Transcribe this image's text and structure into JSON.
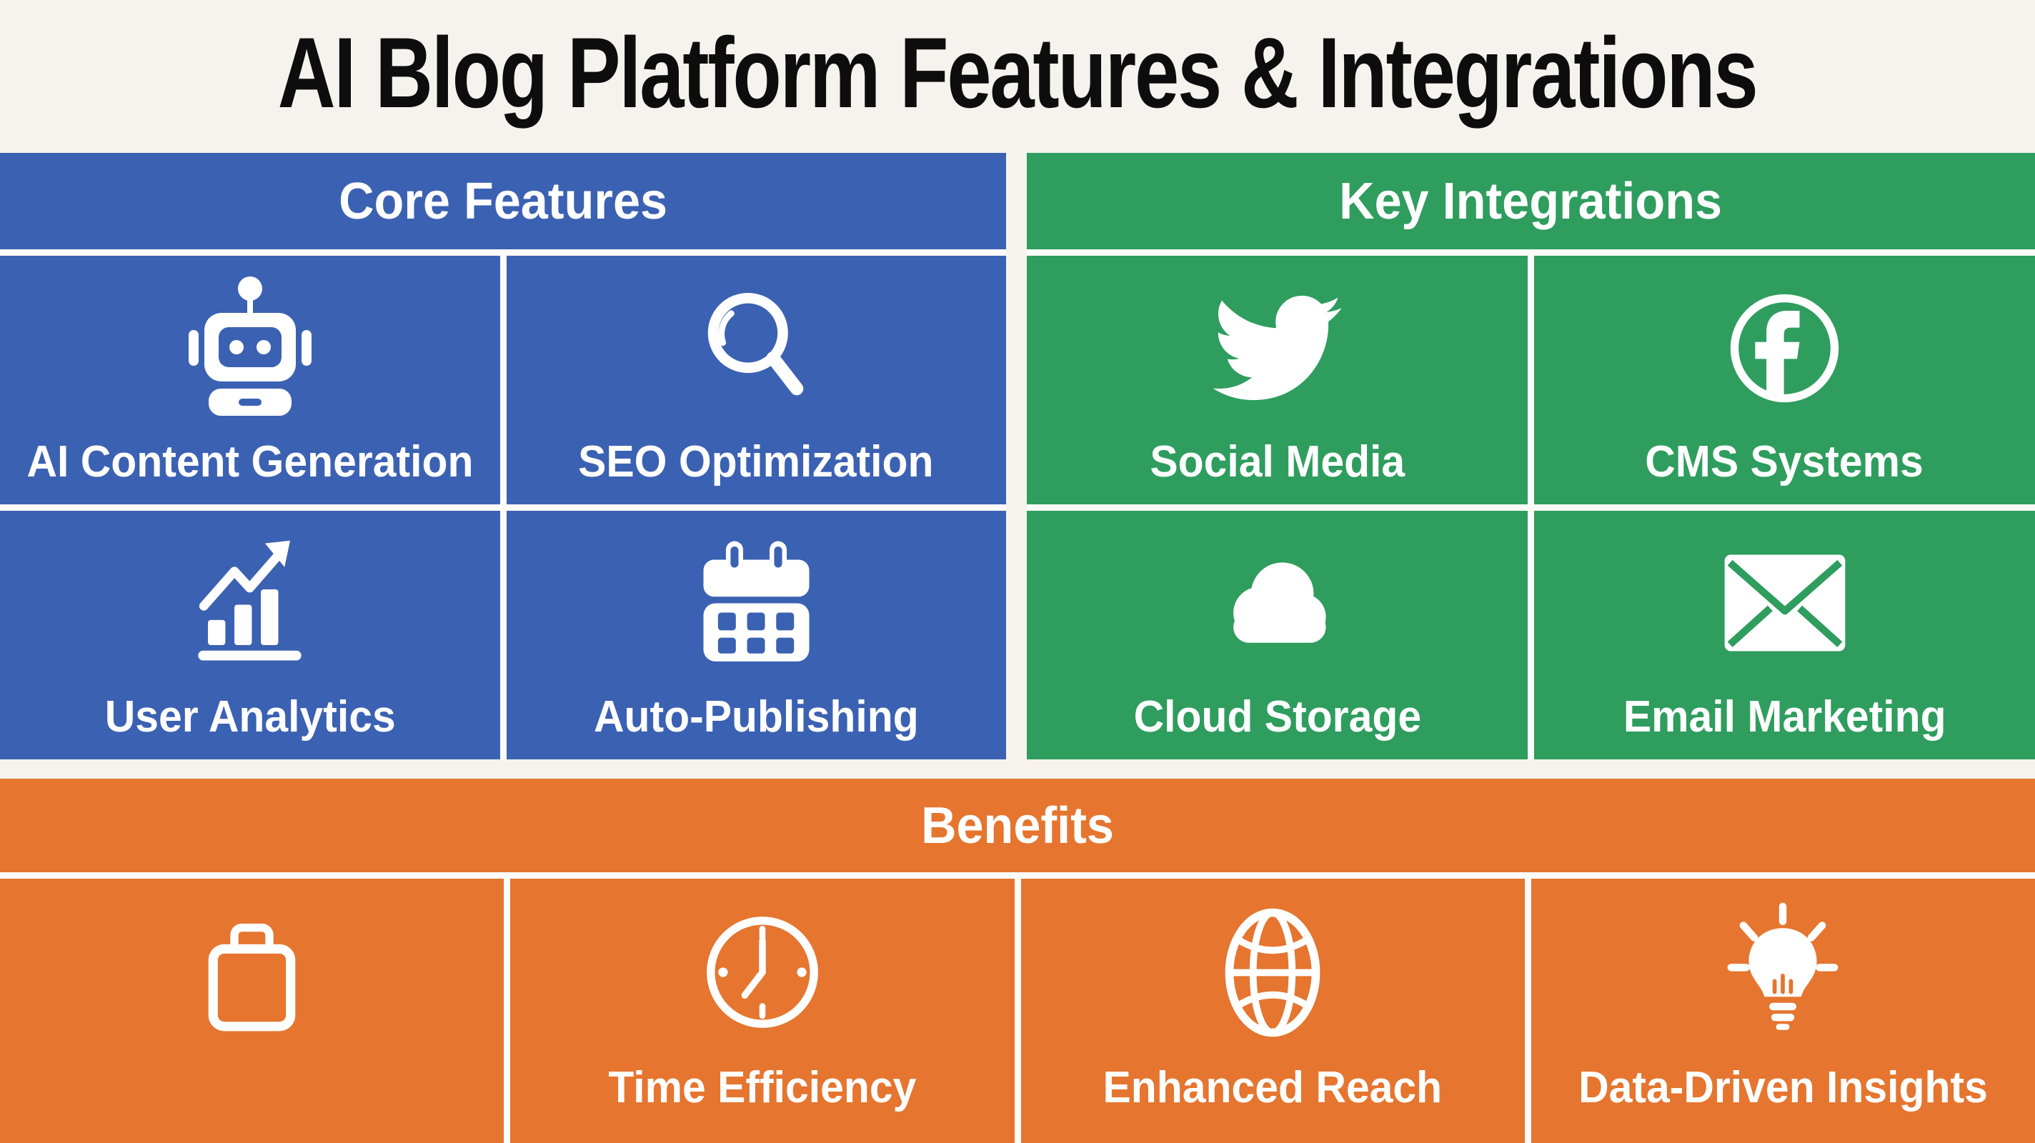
{
  "title": "AI Blog Platform Features & Integrations",
  "colors": {
    "core_features": "#3b61b2",
    "key_integrations": "#2e9d5e",
    "benefits": "#e5752f",
    "page_background": "#f6f3ee",
    "divider_lines": "#fcfbf8",
    "title_text": "#0d0d0d",
    "text_on_color": "#ffffff"
  },
  "sections": [
    {
      "label": "Core Features",
      "color": "#3b61b2",
      "cells": [
        {
          "label": "AI Content Generation",
          "icon": "robot-icon"
        },
        {
          "label": "SEO Optimization",
          "icon": "magnifier-icon"
        },
        {
          "label": "User Analytics",
          "icon": "bar-chart-growth-icon"
        },
        {
          "label": "Auto-Publishing",
          "icon": "calendar-icon"
        }
      ]
    },
    {
      "label": "Key Integrations",
      "color": "#2e9d5e",
      "cells": [
        {
          "label": "Social Media",
          "icon": "twitter-bird-icon"
        },
        {
          "label": "CMS Systems",
          "icon": "facebook-circle-icon"
        },
        {
          "label": "Cloud Storage",
          "icon": "cloud-icon"
        },
        {
          "label": "Email Marketing",
          "icon": "envelope-icon"
        }
      ]
    },
    {
      "label": "Benefits",
      "color": "#e5752f",
      "cells": [
        {
          "label": "",
          "icon": "briefcase-icon"
        },
        {
          "label": "Time Efficiency",
          "icon": "clock-icon"
        },
        {
          "label": "Enhanced Reach",
          "icon": "globe-icon"
        },
        {
          "label": "Data-Driven Insights",
          "icon": "lightbulb-icon"
        }
      ]
    }
  ]
}
